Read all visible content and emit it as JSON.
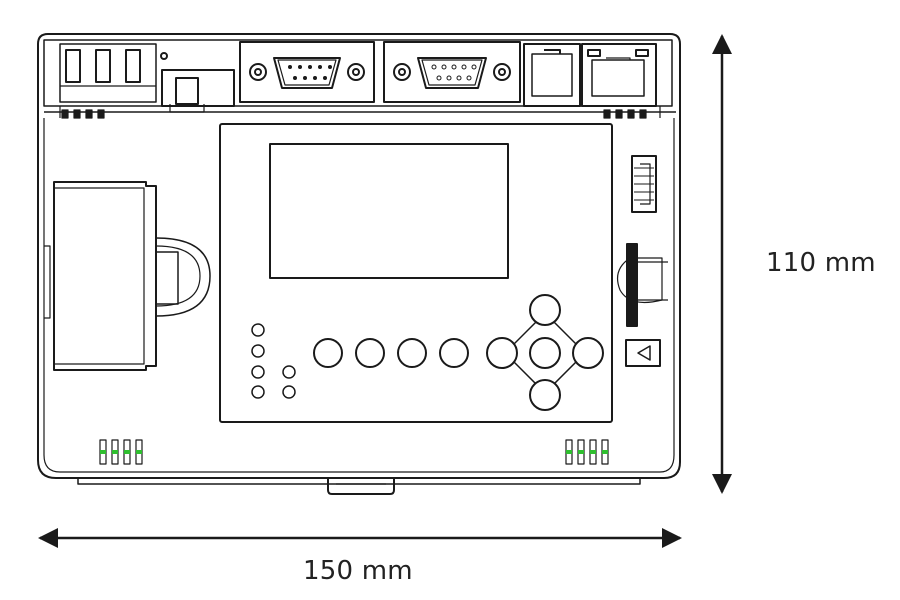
{
  "dimensions": {
    "height_label": "110 mm",
    "width_label": "150 mm"
  },
  "colors": {
    "outline": "#1a1a1a",
    "led_green": "#2fbf2f",
    "background": "#ffffff"
  },
  "device": {
    "parts": [
      "device-housing",
      "top-connector-strip",
      "terminal-block",
      "status-led-indicator",
      "serial-port-db9-1",
      "serial-port-db9-2",
      "rj45-port",
      "ethernet-port",
      "battery-compartment",
      "operator-panel",
      "display-screen",
      "function-keys",
      "navigation-keypad",
      "usb-port",
      "sd-card-slot",
      "eject-button",
      "din-rail-clip"
    ]
  }
}
